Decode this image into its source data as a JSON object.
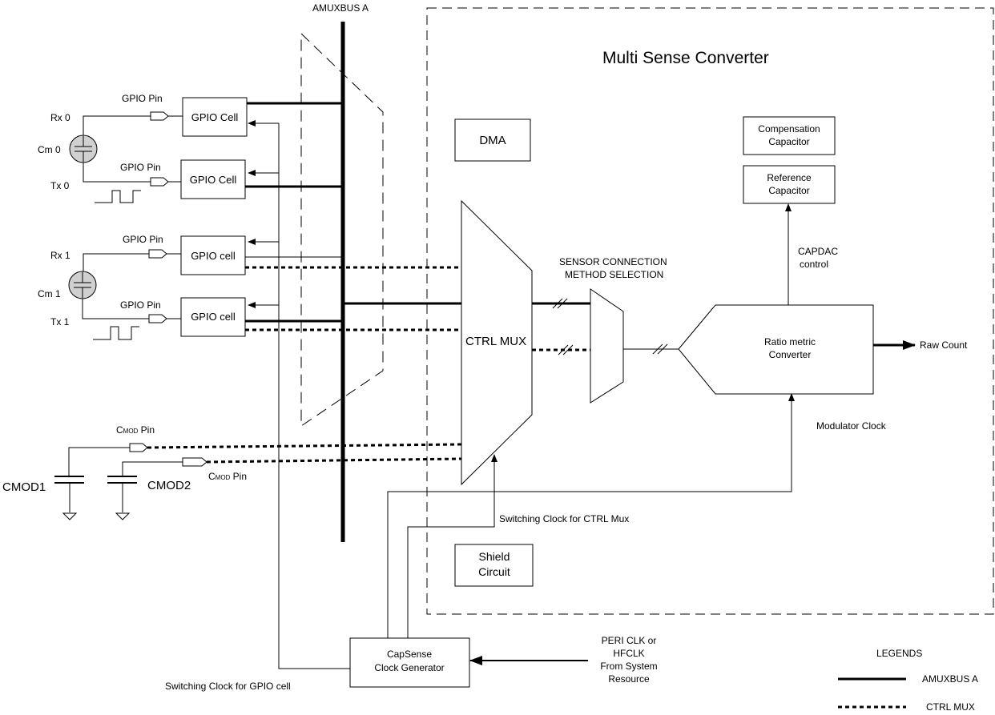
{
  "labels": {
    "amuxbus_a": "AMUXBUS A",
    "multi_sense_converter": "Multi Sense Converter",
    "dma": "DMA",
    "compensation_capacitor": [
      "Compensation",
      "Capacitor"
    ],
    "reference_capacitor": [
      "Reference",
      "Capacitor"
    ],
    "capdac_control": [
      "CAPDAC",
      "control"
    ],
    "sensor_connection": [
      "SENSOR CONNECTION",
      "METHOD SELECTION"
    ],
    "ctrl_mux": "CTRL MUX",
    "ratiometric_converter": [
      "Ratio metric",
      "Converter"
    ],
    "raw_count": "Raw Count",
    "modulator_clock": "Modulator Clock",
    "switching_clock_ctrl_mux": "Switching Clock for CTRL Mux",
    "shield_circuit": [
      "Shield",
      "Circuit"
    ],
    "capsense_clock_generator": [
      "CapSense",
      "Clock Generator"
    ],
    "peri_clk": [
      "PERI CLK or",
      "HFCLK",
      "From System",
      "Resource"
    ],
    "switching_clock_gpio": "Switching Clock for GPIO cell",
    "gpio_pin": "GPIO Pin",
    "gpio_cell_0": "GPIO Cell",
    "gpio_cell_1": "GPIO cell",
    "rx0": "Rx 0",
    "cm0": "Cm 0",
    "tx0": "Tx 0",
    "rx1": "Rx 1",
    "cm1": "Cm 1",
    "tx1": "Tx 1",
    "cmod_pin_main": "C",
    "cmod_pin_sub": "MOD",
    "cmod_pin_suffix": " Pin",
    "cmod1": "CMOD1",
    "cmod2": "CMOD2",
    "legends": "LEGENDS",
    "legend_amuxbus": "AMUXBUS A",
    "legend_ctrl_mux": "CTRL MUX"
  }
}
